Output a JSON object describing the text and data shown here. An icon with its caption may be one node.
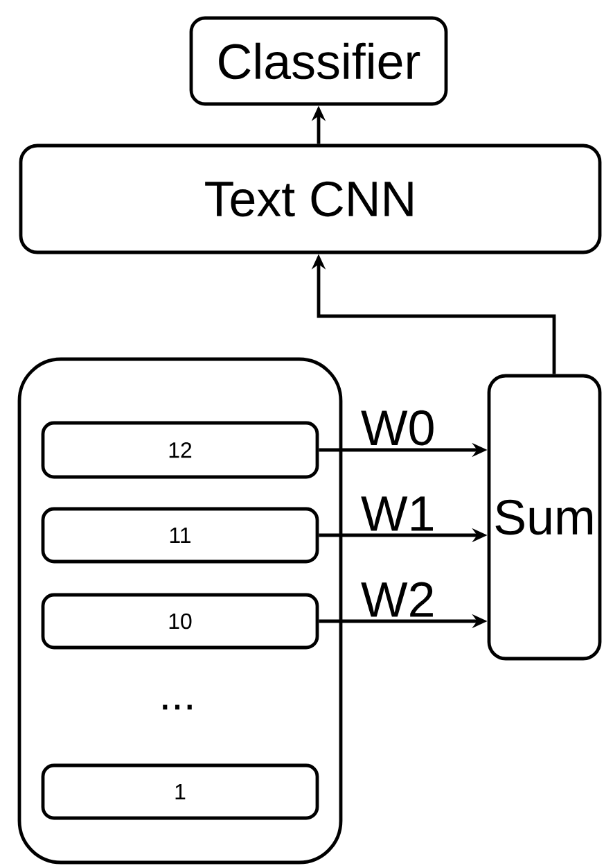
{
  "diagram": {
    "nodes": [
      {
        "text": [
          "Classifier"
        ]
      },
      {
        "text": [
          "Text CNN"
        ]
      },
      {
        "text": [],
        "shape": "box"
      },
      {
        "text": [
          "12"
        ],
        "in": 2
      },
      {
        "text": [
          "11"
        ],
        "in": 2
      },
      {
        "text": [
          "10"
        ],
        "in": 2
      },
      {
        "text": [
          "1"
        ],
        "in": 2
      },
      {
        "text": [
          "Sum"
        ]
      }
    ],
    "edges": [
      {
        "from": 1,
        "to": 0,
        "arrow": "to"
      },
      {
        "from": 7,
        "to": 1,
        "arrow": "to"
      },
      {
        "from": 3,
        "to": 7,
        "arrow": "to",
        "label": "W0"
      },
      {
        "from": 4,
        "to": 7,
        "arrow": "to",
        "label": "W1"
      },
      {
        "from": 5,
        "to": 7,
        "arrow": "to",
        "label": "W2"
      }
    ],
    "labels": [
      "..."
    ]
  }
}
